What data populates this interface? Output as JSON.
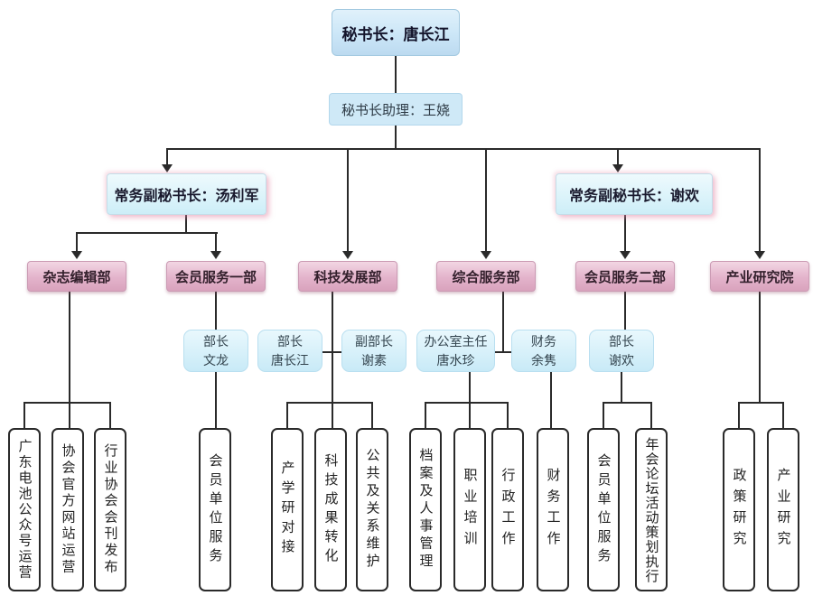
{
  "nodes": {
    "secretary_general": {
      "label": "秘书长：唐长江"
    },
    "assistant": {
      "label": "秘书长助理：王娆"
    },
    "deputy_left": {
      "label": "常务副秘书长：汤利军"
    },
    "deputy_right": {
      "label": "常务副秘书长：谢欢"
    },
    "departments": [
      {
        "label": "杂志编辑部"
      },
      {
        "label": "会员服务一部"
      },
      {
        "label": "科技发展部"
      },
      {
        "label": "综合服务部"
      },
      {
        "label": "会员服务二部"
      },
      {
        "label": "产业研究院"
      }
    ],
    "managers": [
      {
        "title": "部长",
        "name": "文龙"
      },
      {
        "title": "部长",
        "name": "唐长江"
      },
      {
        "title": "副部长",
        "name": "谢素"
      },
      {
        "title": "办公室主任",
        "name": "唐水珍"
      },
      {
        "title": "财务",
        "name": "余隽"
      },
      {
        "title": "部长",
        "name": "谢欢"
      }
    ],
    "functions": [
      {
        "label": "广东电池公众号运营"
      },
      {
        "label": "协会官方网站运营"
      },
      {
        "label": "行业协会会刊发布"
      },
      {
        "label": "会员单位服务"
      },
      {
        "label": "产学研对接"
      },
      {
        "label": "科技成果转化"
      },
      {
        "label": "公共及关系维护"
      },
      {
        "label": "档案及人事管理"
      },
      {
        "label": "职业培训"
      },
      {
        "label": "行政工作"
      },
      {
        "label": "财务工作"
      },
      {
        "label": "会员单位服务"
      },
      {
        "label": "年会论坛活动策划执行"
      },
      {
        "label": "政策研究"
      },
      {
        "label": "产业研究"
      }
    ]
  },
  "colors": {
    "box_blue": "#cfe9f7",
    "box_cyan": "#d8f3fa",
    "box_pink": "#dfa9c4",
    "box_white": "#ffffff",
    "line": "#2a2a2a",
    "pink_glow": "#e282a2"
  }
}
